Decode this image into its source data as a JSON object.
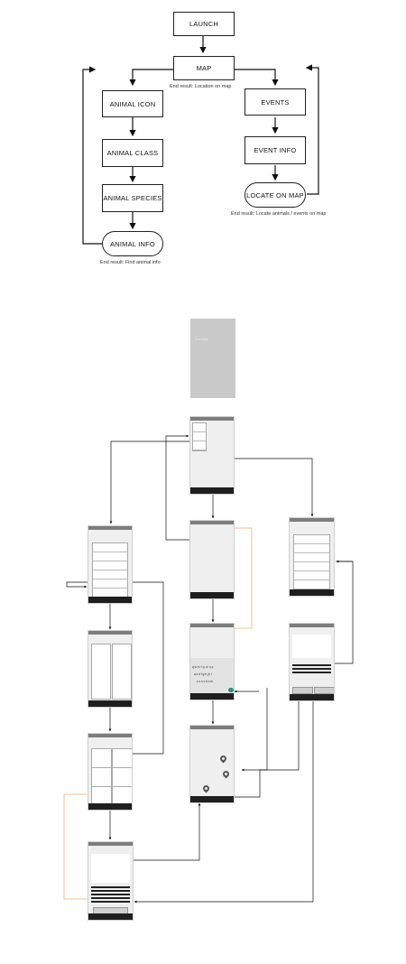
{
  "flowchart": {
    "launch": "LAUNCH",
    "map": "MAP",
    "map_note": "End result: Location on map",
    "animal_icon": "ANIMAL ICON",
    "animal_class": "ANIMAL CLASS",
    "animal_species": "ANIMAL SPECIES",
    "animal_info": "ANIMAL INFO",
    "animal_info_note": "End result: Find animal info",
    "events": "EVENTS",
    "event_info": "EVENT INFO",
    "locate_on_map": "LOCATE ON MAP",
    "locate_note": "End result: Locate animals / events on map"
  },
  "wireframes": {
    "splash_title": "Zoo App",
    "keyboard_rows": [
      "q w e r t y u i o p",
      "a s d f g h j k l",
      "z x c v b n m"
    ],
    "colors": {
      "screen": "#efefef",
      "splash": "#c9c9c9",
      "nav": "#1f1f1f",
      "highlight": "#f0b070",
      "teal": "#2f8f7f"
    }
  }
}
